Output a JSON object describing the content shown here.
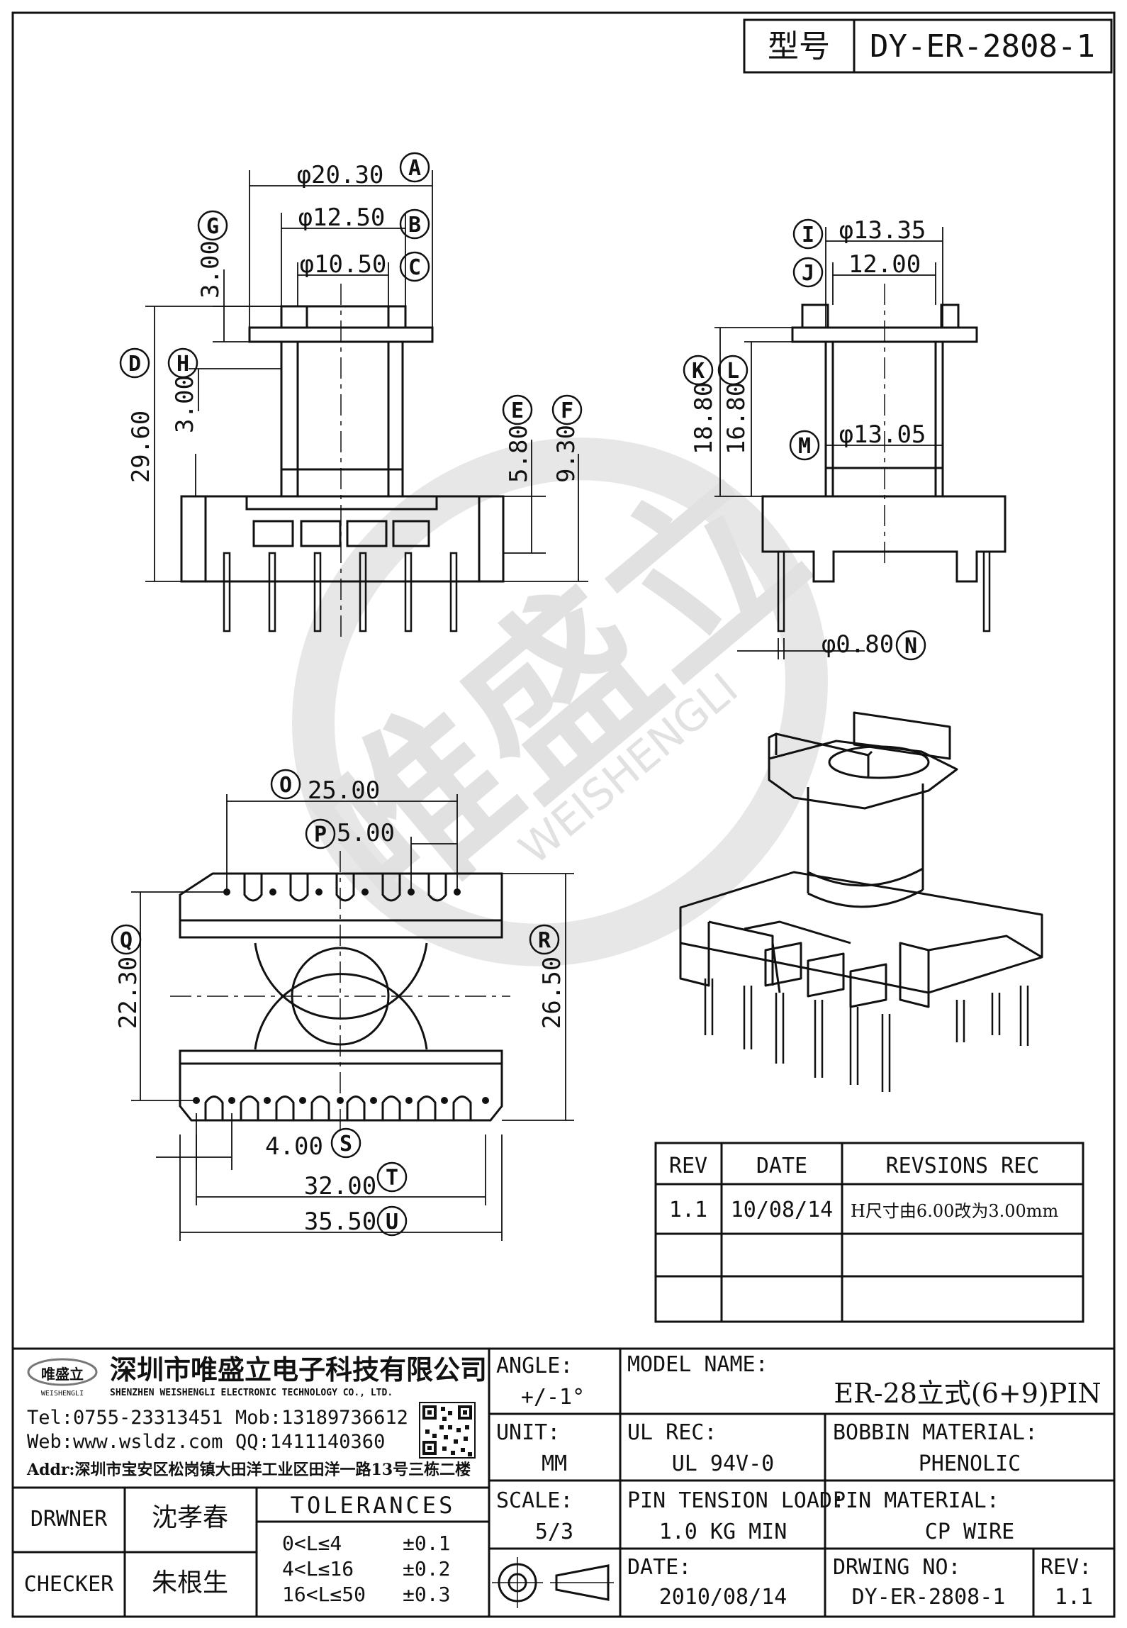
{
  "header": {
    "model_label": "型号",
    "model_no": "DY-ER-2808-1"
  },
  "dims": {
    "A": "φ20.30",
    "B": "φ12.50",
    "C": "φ10.50",
    "D": "29.60",
    "E": "5.80",
    "F": "9.30",
    "G": "3.00",
    "H": "3.00",
    "I": "φ13.35",
    "J": "12.00",
    "K": "18.80",
    "L": "16.80",
    "M": "φ13.05",
    "N": "φ0.80",
    "O": "25.00",
    "P": "5.00",
    "Q": "22.30",
    "R": "26.50",
    "S": "4.00",
    "T": "32.00",
    "U": "35.50"
  },
  "watermark": {
    "brand": "唯盛立",
    "sub": "WEISHENGLI"
  },
  "revisions": {
    "headers": [
      "REV",
      "DATE",
      "REVSIONS REC"
    ],
    "rows": [
      {
        "rev": "1.1",
        "date": "10/08/14",
        "rec": "H尺寸由6.00改为3.00mm"
      },
      {
        "rev": "",
        "date": "",
        "rec": ""
      },
      {
        "rev": "",
        "date": "",
        "rec": ""
      }
    ]
  },
  "company": {
    "logo_text": "唯盛立",
    "logo_sub": "WEISHENGLI",
    "name_cn": "深圳市唯盛立电子科技有限公司",
    "name_en": "SHENZHEN WEISHENGLI ELECTRONIC TECHNOLOGY CO., LTD.",
    "tel": "Tel:0755-23313451",
    "mob": "Mob:13189736612",
    "web": "Web:www.wsldz.com",
    "qq": "QQ:1411140360",
    "addr": "Addr:深圳市宝安区松岗镇大田洋工业区田洋一路13号三栋二楼"
  },
  "title_block": {
    "angle_label": "ANGLE:",
    "angle_value": "+/-1°",
    "model_name_label": "MODEL NAME:",
    "model_name_value": "ER-28立式(6+9)PIN",
    "unit_label": "UNIT:",
    "unit_value": "MM",
    "ul_label": "UL REC:",
    "ul_value": "UL 94V-0",
    "bobbin_label": "BOBBIN MATERIAL:",
    "bobbin_value": "PHENOLIC",
    "scale_label": "SCALE:",
    "scale_value": "5/3",
    "tension_label": "PIN TENSION LOAD:",
    "tension_value": "1.0 KG MIN",
    "pin_mat_label": "PIN MATERIAL:",
    "pin_mat_value": "CP WIRE",
    "date_label": "DATE:",
    "date_value": "2010/08/14",
    "drw_label": "DRWING NO:",
    "drw_value": "DY-ER-2808-1",
    "rev_label": "REV:",
    "rev_value": "1.1",
    "drawner_label": "DRWNER",
    "drawner_value": "沈孝春",
    "checker_label": "CHECKER",
    "checker_value": "朱根生",
    "tol_title": "TOLERANCES",
    "tol_rows": [
      {
        "range": "0<L≤4",
        "tol": "±0.1"
      },
      {
        "range": "4<L≤16",
        "tol": "±0.2"
      },
      {
        "range": "16<L≤50",
        "tol": "±0.3"
      }
    ]
  }
}
